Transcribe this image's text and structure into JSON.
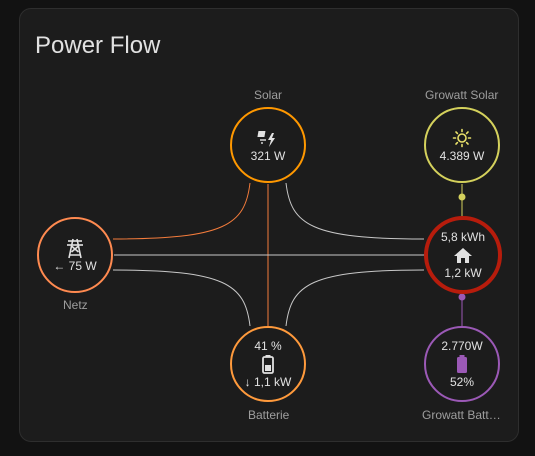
{
  "card": {
    "title": "Power Flow"
  },
  "nodes": {
    "solar": {
      "label": "Solar",
      "value": "321 W",
      "icon": "solar-power-icon",
      "color": "#ff9800"
    },
    "growatt_solar": {
      "label": "Growatt Solar",
      "value": "4.389 W",
      "icon": "sun-icon",
      "color": "#d4d15c"
    },
    "grid": {
      "label": "Netz",
      "value": "75 W",
      "arrow": "←",
      "icon": "transmission-tower-icon",
      "color": "#ff8a50"
    },
    "home": {
      "top_value": "5,8 kWh",
      "bottom_value": "1,2 kW",
      "icon": "home-icon",
      "color": "#b71c0c"
    },
    "battery": {
      "label": "Batterie",
      "top_value": "41 %",
      "bottom_value": "1,1 kW",
      "arrow": "↓",
      "icon": "battery-icon",
      "color": "#ff9a3c"
    },
    "growatt_battery": {
      "label": "Growatt Batt…",
      "top_value": "2.770W",
      "bottom_value": "52%",
      "icon": "battery-purple-icon",
      "color": "#9b59b6"
    }
  },
  "colors": {
    "solar_flow": "#f47c3c",
    "neutral_flow": "#c8c8c8",
    "growatt_link": "#d4d15c",
    "growatt_batt_link": "#9b59b6"
  }
}
